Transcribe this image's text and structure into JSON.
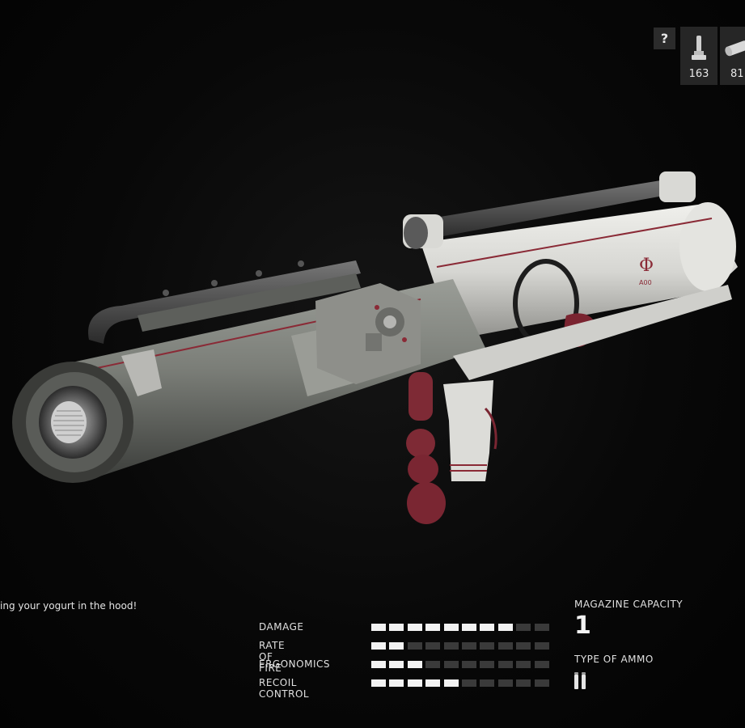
{
  "hud": {
    "help_label": "?",
    "ammo_slots": [
      {
        "icon": "rocket-round-icon",
        "count": "163"
      },
      {
        "icon": "canister-round-icon",
        "count": "81"
      }
    ]
  },
  "weapon": {
    "emblem": "Φ",
    "model_mark": "A00"
  },
  "flavor_text": "ing your yogurt in the hood!",
  "stats": [
    {
      "label": "DAMAGE",
      "value": 8,
      "max": 10
    },
    {
      "label": "RATE OF FIRE",
      "value": 2,
      "max": 10
    },
    {
      "label": "ERGONOMICS",
      "value": 3,
      "max": 10
    },
    {
      "label": "RECOIL CONTROL",
      "value": 5,
      "max": 10
    }
  ],
  "magazine": {
    "title": "MAGAZINE CAPACITY",
    "value": "1"
  },
  "ammo_type": {
    "title": "TYPE OF AMMO",
    "icon": "shells-icon"
  },
  "colors": {
    "accent_red": "#8a2a36",
    "bar_on": "#f2f2f2",
    "bar_off": "#3a3a3a",
    "tube_grey": "#7d807a",
    "tube_white": "#dcdcd8"
  }
}
